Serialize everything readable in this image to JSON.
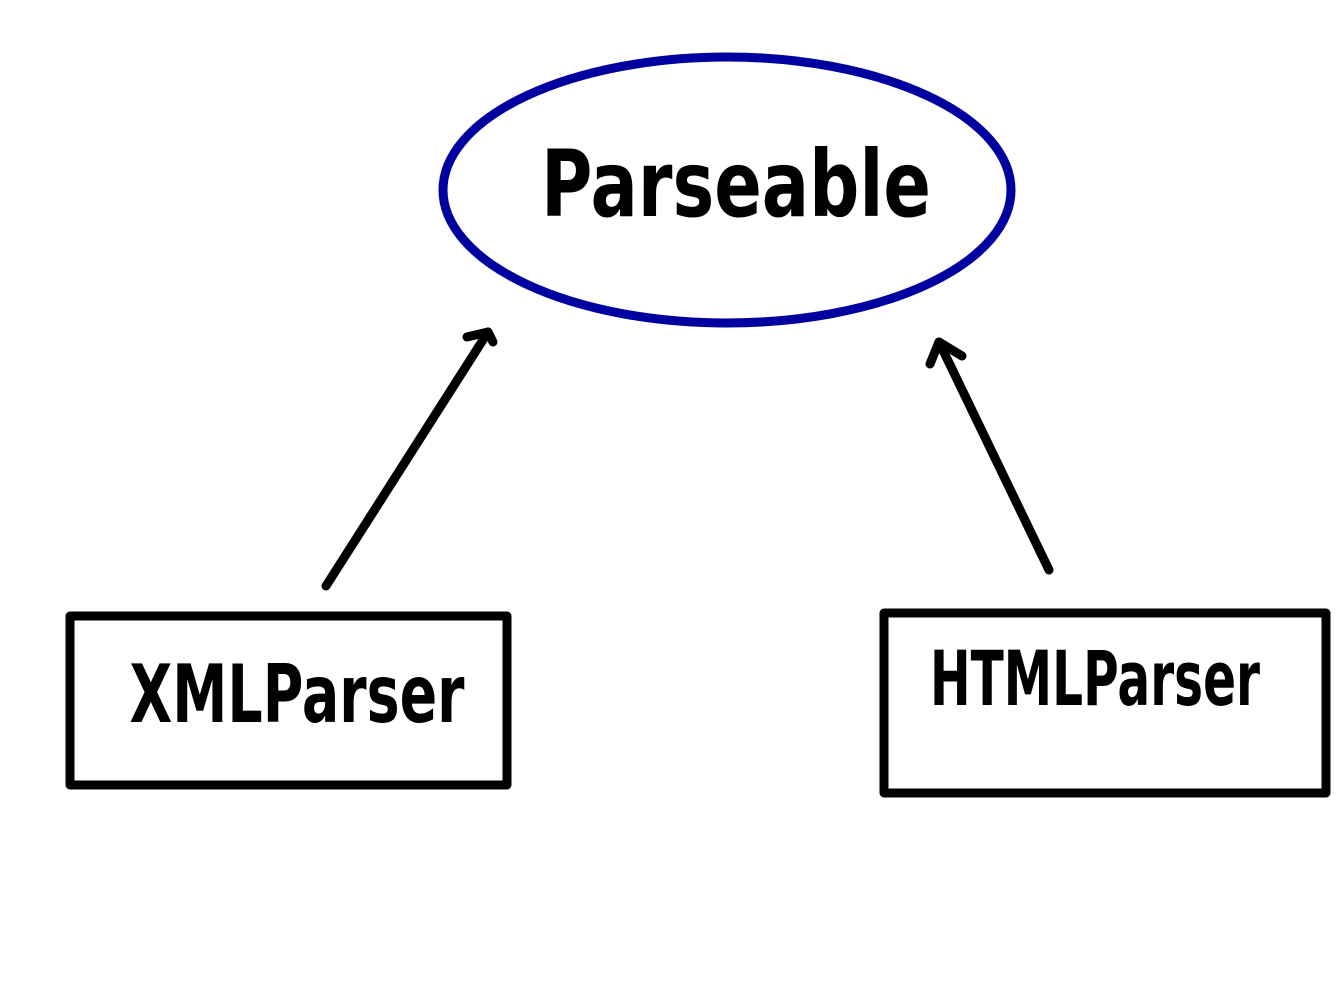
{
  "diagram": {
    "interface": {
      "label": "Parseable",
      "stroke_color": "#0000a0"
    },
    "implementations": [
      {
        "label": "XMLParser"
      },
      {
        "label": "HTMLParser"
      }
    ],
    "stroke_color": "#000000"
  }
}
